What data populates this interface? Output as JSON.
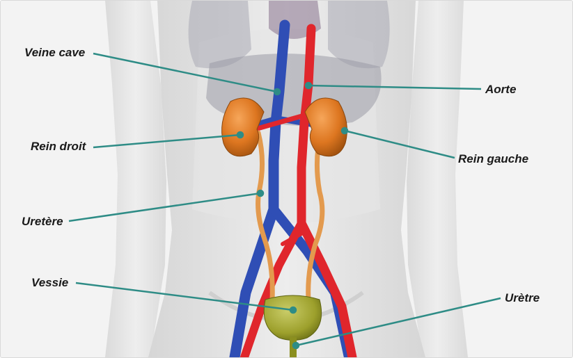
{
  "diagram": {
    "labels": {
      "veine_cave": "Veine cave",
      "aorte": "Aorte",
      "rein_droit": "Rein droit",
      "rein_gauche": "Rein gauche",
      "uretere": "Uretère",
      "vessie": "Vessie",
      "uretre": "Urètre"
    },
    "colors": {
      "leader_line": "#2e8c86",
      "vein": "#2f4eb5",
      "artery": "#e0262c",
      "kidney": "#e07a22",
      "ureter": "#e39a4e",
      "bladder": "#9fa62e",
      "body_silhouette": "#dcdcdc",
      "organs": "#a8a8b4"
    }
  }
}
